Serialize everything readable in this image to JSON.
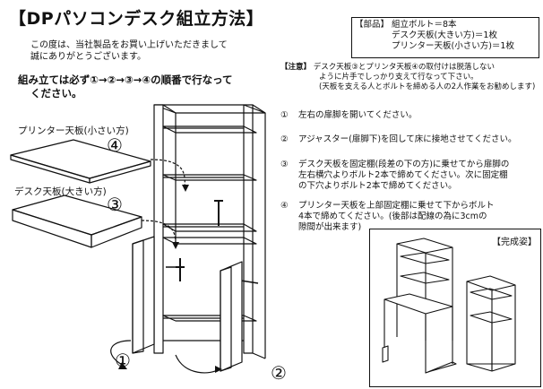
{
  "title": "【DPパソコンデスク組立方法】",
  "intro": [
    "この度は、当社製品をお買い上げいただきまして",
    "誠にありがとうございます。"
  ],
  "order": [
    "組み立ては必ず①→②→③→④の順番で行なって",
    "ください。"
  ],
  "parts": {
    "header": "【部品】",
    "items": [
      "組立ボルト＝8本",
      "デスク天板(大きい方)＝1枚",
      "プリンター天板(小さい方)＝1枚"
    ]
  },
  "caution": {
    "label": "【注意】",
    "lines": [
      "デスク天板③とプリンタ天板④の取付けは脱落しない",
      "ように片手でしっかり支えて行なって下さい。",
      "(天板を支える人とボルトを締める人の2人作業をお勧めします)"
    ]
  },
  "steps": [
    {
      "num": "①",
      "lines": [
        "左右の扉脚を開いてください。"
      ]
    },
    {
      "num": "②",
      "lines": [
        "アジャスター(扉脚下)を回して床に接地させてください。"
      ]
    },
    {
      "num": "③",
      "lines": [
        "デスク天板を固定棚(段差の下の方)に乗せてから扉脚の",
        "左右横穴よりボルト2本で締めてください。次に固定棚",
        "の下穴よりボルト2本で締めてください。"
      ]
    },
    {
      "num": "④",
      "lines": [
        "プリンター天板を上部固定棚に乗せて下からボルト",
        "4本で締めてください。(後部は配線の為に3cmの",
        "隙間が出来ます)"
      ]
    }
  ],
  "labels": {
    "printer_board": "プリンター天板(小さい方)",
    "desk_board": "デスク天板(大きい方)",
    "callout_4": "④",
    "callout_3": "③",
    "callout_1": "①",
    "callout_2": "②"
  },
  "complete_label": "【完成姿】"
}
